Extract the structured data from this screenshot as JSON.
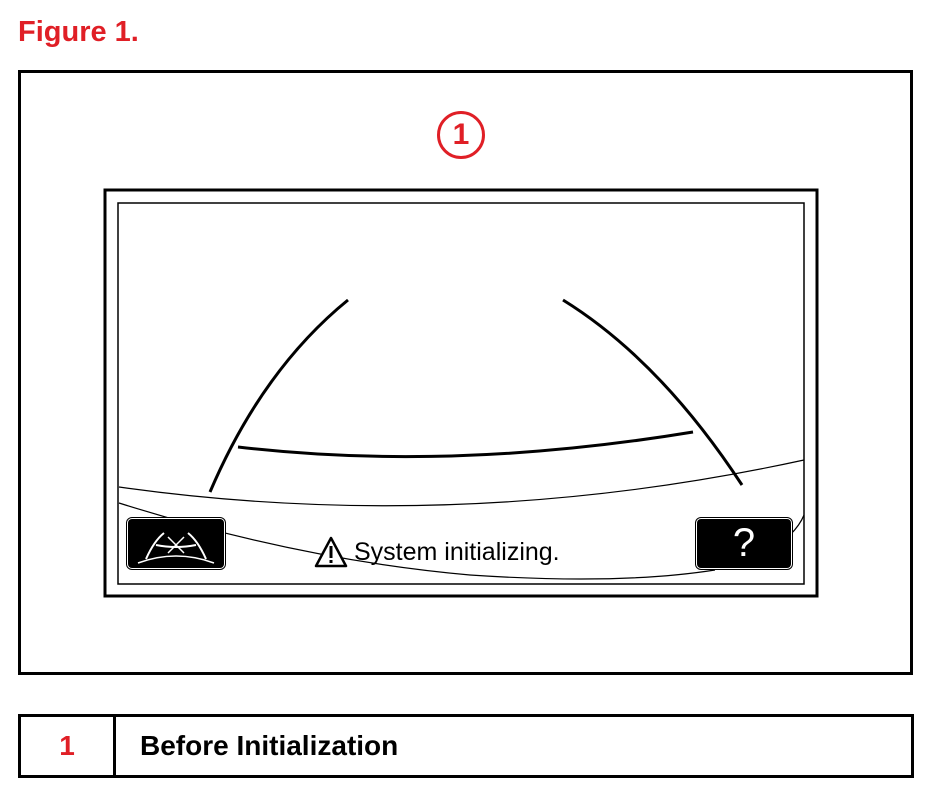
{
  "figure": {
    "title": "Figure 1."
  },
  "callout": {
    "number": "1"
  },
  "screen": {
    "status_text": "System initializing.",
    "warning_icon": "warning-triangle-icon",
    "guide_button_icon": "parking-guide-lines-icon",
    "help_button_label": "?"
  },
  "legend": {
    "rows": [
      {
        "number": "1",
        "label": "Before Initialization"
      }
    ]
  },
  "colors": {
    "accent": "#e01f26",
    "line": "#000000"
  }
}
